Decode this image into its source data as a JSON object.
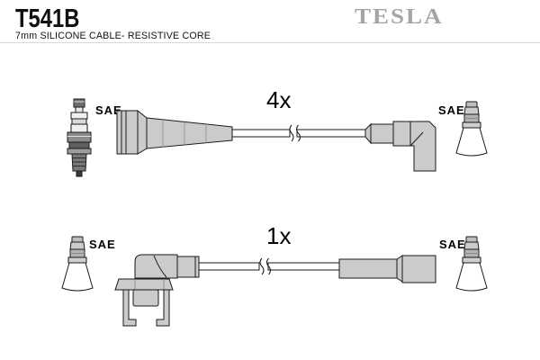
{
  "header": {
    "part_number": "T541B",
    "subtitle": "7mm SILICONE CABLE- RESISTIVE CORE",
    "brand": "TESLA"
  },
  "kit": {
    "rows": [
      {
        "quantity": "4x",
        "left_terminal": "SAE",
        "right_terminal": "SAE"
      },
      {
        "quantity": "1x",
        "left_terminal": "SAE",
        "right_terminal": "SAE"
      }
    ]
  },
  "colors": {
    "background": "#ffffff",
    "text": "#111111",
    "brand_gray": "#a5a5a5",
    "part_gray": "#cbcbcb",
    "outline": "#1a1a1a",
    "wire_fill": "#ffffff"
  }
}
